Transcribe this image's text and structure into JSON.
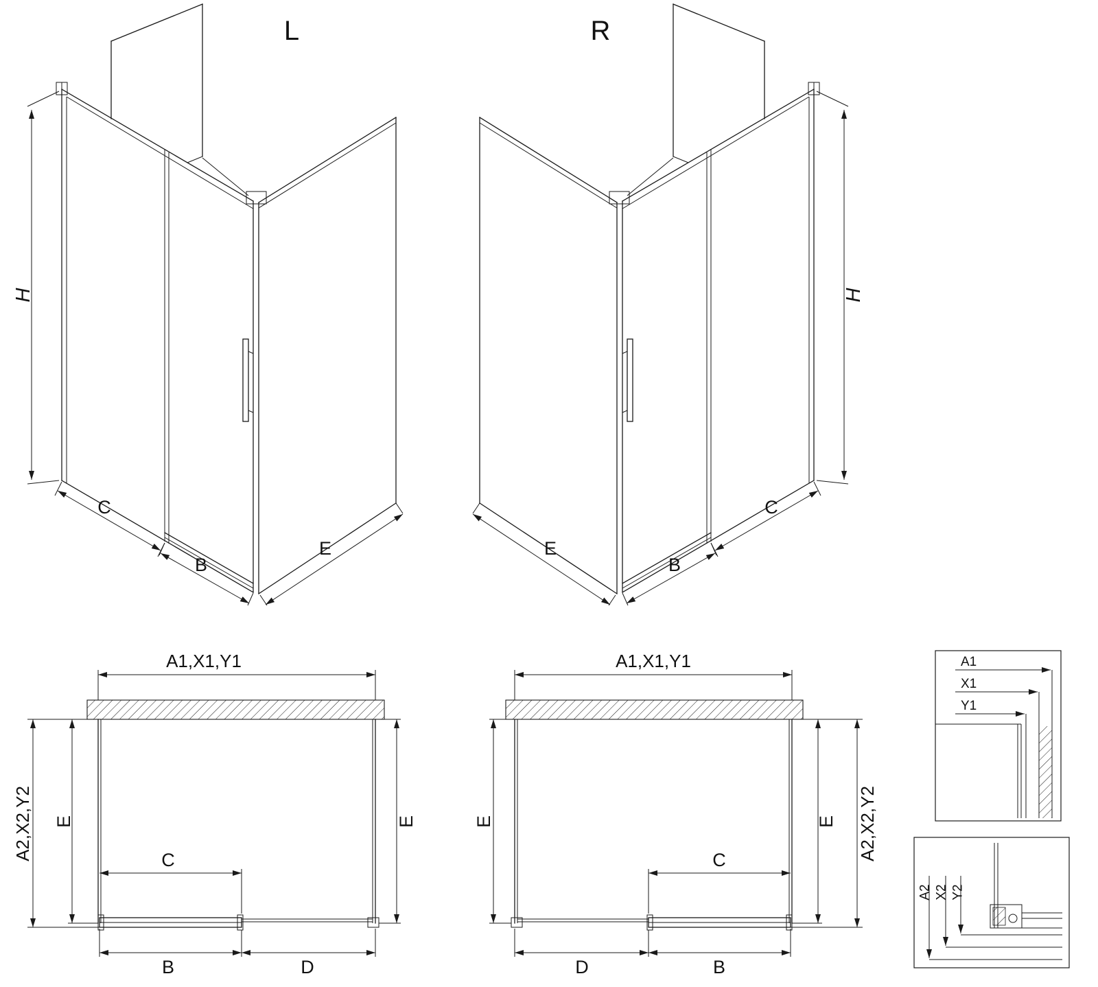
{
  "sheet": {
    "background": "#ffffff",
    "line_color": "#1a1a1a"
  },
  "iso_left": {
    "variant": "L",
    "height": "H",
    "side": "C",
    "door": "B",
    "return": "E"
  },
  "iso_right": {
    "variant": "R",
    "height": "H",
    "side": "C",
    "door": "B",
    "return": "E"
  },
  "plan_left": {
    "width_top": "A1,X1,Y1",
    "depth_outer": "A2,X2,Y2",
    "depth_left": "E",
    "depth_right": "E",
    "door_panel": "C",
    "bottom_left": "B",
    "bottom_right": "D"
  },
  "plan_right": {
    "width_top": "A1,X1,Y1",
    "depth_outer": "A2,X2,Y2",
    "depth_left": "E",
    "depth_right": "E",
    "door_panel": "C",
    "bottom_left": "D",
    "bottom_right": "B"
  },
  "detail_wall": {
    "dim1": "A1",
    "dim2": "X1",
    "dim3": "Y1"
  },
  "detail_floor": {
    "dim1": "A2",
    "dim2": "X2",
    "dim3": "Y2"
  }
}
